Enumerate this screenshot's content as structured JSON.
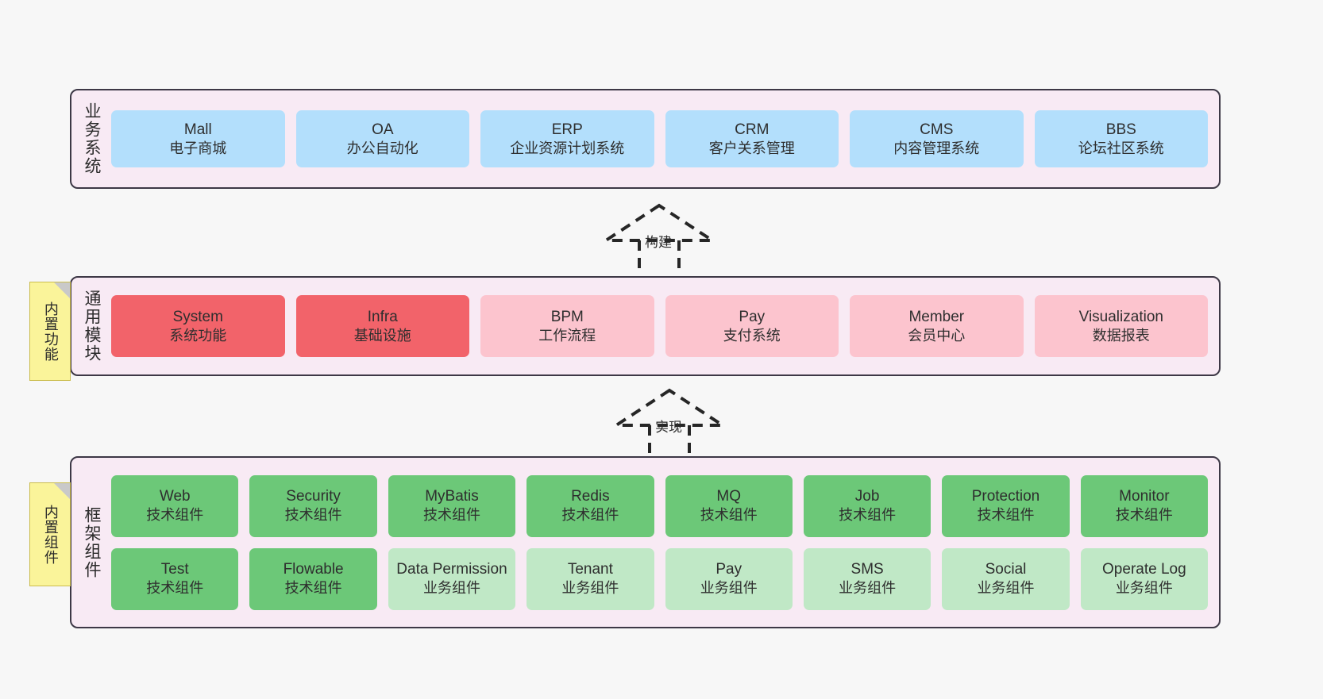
{
  "diagram": {
    "background_color": "#f7f7f7",
    "panel_color": "#f8eaf4",
    "panel_border_color": "#3d3846",
    "note_color": "#faf49a"
  },
  "notes": [
    {
      "id": "builtin-function",
      "text": "内置功能"
    },
    {
      "id": "builtin-component",
      "text": "内置组件"
    }
  ],
  "connectors": [
    {
      "id": "build",
      "label": "构建",
      "style": "dashed-generalization",
      "direction": "up"
    },
    {
      "id": "implement",
      "label": "实现",
      "style": "dashed-generalization",
      "direction": "up"
    }
  ],
  "layers": [
    {
      "id": "business",
      "title": "业务系统",
      "rows": [
        {
          "cards": [
            {
              "name": "Mall",
              "sub": "电子商城",
              "color": "#b3dffc"
            },
            {
              "name": "OA",
              "sub": "办公自动化",
              "color": "#b3dffc"
            },
            {
              "name": "ERP",
              "sub": "企业资源计划系统",
              "color": "#b3dffc"
            },
            {
              "name": "CRM",
              "sub": "客户关系管理",
              "color": "#b3dffc"
            },
            {
              "name": "CMS",
              "sub": "内容管理系统",
              "color": "#b3dffc"
            },
            {
              "name": "BBS",
              "sub": "论坛社区系统",
              "color": "#b3dffc"
            }
          ]
        }
      ]
    },
    {
      "id": "common",
      "title": "通用模块",
      "rows": [
        {
          "cards": [
            {
              "name": "System",
              "sub": "系统功能",
              "color": "#f2636a"
            },
            {
              "name": "Infra",
              "sub": "基础设施",
              "color": "#f2636a"
            },
            {
              "name": "BPM",
              "sub": "工作流程",
              "color": "#fcc4ce"
            },
            {
              "name": "Pay",
              "sub": "支付系统",
              "color": "#fcc4ce"
            },
            {
              "name": "Member",
              "sub": "会员中心",
              "color": "#fcc4ce"
            },
            {
              "name": "Visualization",
              "sub": "数据报表",
              "color": "#fcc4ce"
            }
          ]
        }
      ]
    },
    {
      "id": "framework",
      "title": "框架组件",
      "rows": [
        {
          "cards": [
            {
              "name": "Web",
              "sub": "技术组件",
              "color": "#6cc878"
            },
            {
              "name": "Security",
              "sub": "技术组件",
              "color": "#6cc878"
            },
            {
              "name": "MyBatis",
              "sub": "技术组件",
              "color": "#6cc878"
            },
            {
              "name": "Redis",
              "sub": "技术组件",
              "color": "#6cc878"
            },
            {
              "name": "MQ",
              "sub": "技术组件",
              "color": "#6cc878"
            },
            {
              "name": "Job",
              "sub": "技术组件",
              "color": "#6cc878"
            },
            {
              "name": "Protection",
              "sub": "技术组件",
              "color": "#6cc878"
            },
            {
              "name": "Monitor",
              "sub": "技术组件",
              "color": "#6cc878"
            }
          ]
        },
        {
          "cards": [
            {
              "name": "Test",
              "sub": "技术组件",
              "color": "#6cc878"
            },
            {
              "name": "Flowable",
              "sub": "技术组件",
              "color": "#6cc878"
            },
            {
              "name": "Data Permission",
              "sub": "业务组件",
              "color": "#c0e8c6"
            },
            {
              "name": "Tenant",
              "sub": "业务组件",
              "color": "#c0e8c6"
            },
            {
              "name": "Pay",
              "sub": "业务组件",
              "color": "#c0e8c6"
            },
            {
              "name": "SMS",
              "sub": "业务组件",
              "color": "#c0e8c6"
            },
            {
              "name": "Social",
              "sub": "业务组件",
              "color": "#c0e8c6"
            },
            {
              "name": "Operate Log",
              "sub": "业务组件",
              "color": "#c0e8c6"
            }
          ]
        }
      ]
    }
  ]
}
